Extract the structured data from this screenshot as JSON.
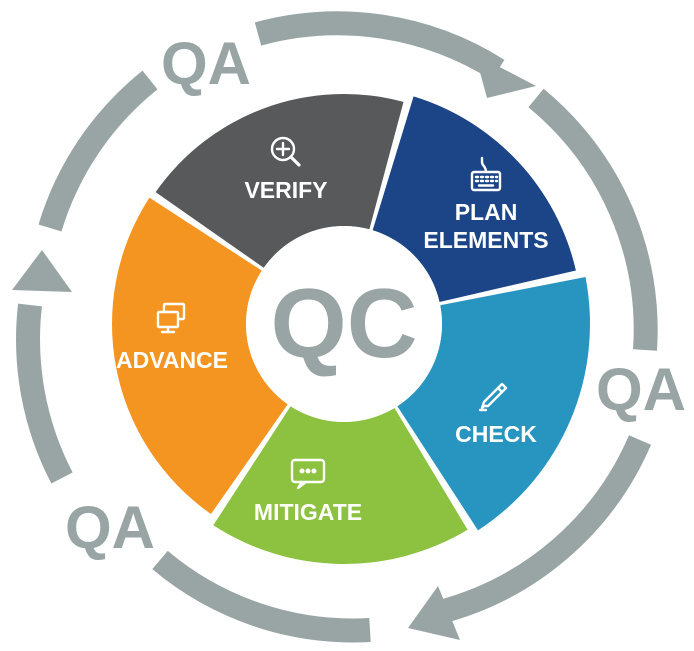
{
  "colors": {
    "ring": "#99a5a5",
    "qa_text": "#99a5a5",
    "qc_text": "#99a5a5",
    "center_fill": "#ffffff",
    "label": "#ffffff"
  },
  "cycle": {
    "center_label": "QC",
    "segments": [
      {
        "id": "verify",
        "label_lines": [
          "VERIFY"
        ],
        "icon": "zoom-in-icon",
        "color": "#58595b"
      },
      {
        "id": "plan-elements",
        "label_lines": [
          "PLAN",
          "ELEMENTS"
        ],
        "icon": "keyboard-icon",
        "color": "#1b4586"
      },
      {
        "id": "check",
        "label_lines": [
          "CHECK"
        ],
        "icon": "pencil-icon",
        "color": "#2795c0"
      },
      {
        "id": "mitigate",
        "label_lines": [
          "MITIGATE"
        ],
        "icon": "chat-bubble-icon",
        "color": "#8cc23f"
      },
      {
        "id": "advance",
        "label_lines": [
          "ADVANCE"
        ],
        "icon": "monitors-icon",
        "color": "#f49522"
      }
    ]
  },
  "outer_ring": {
    "labels": [
      "QA",
      "QA",
      "QA"
    ]
  }
}
